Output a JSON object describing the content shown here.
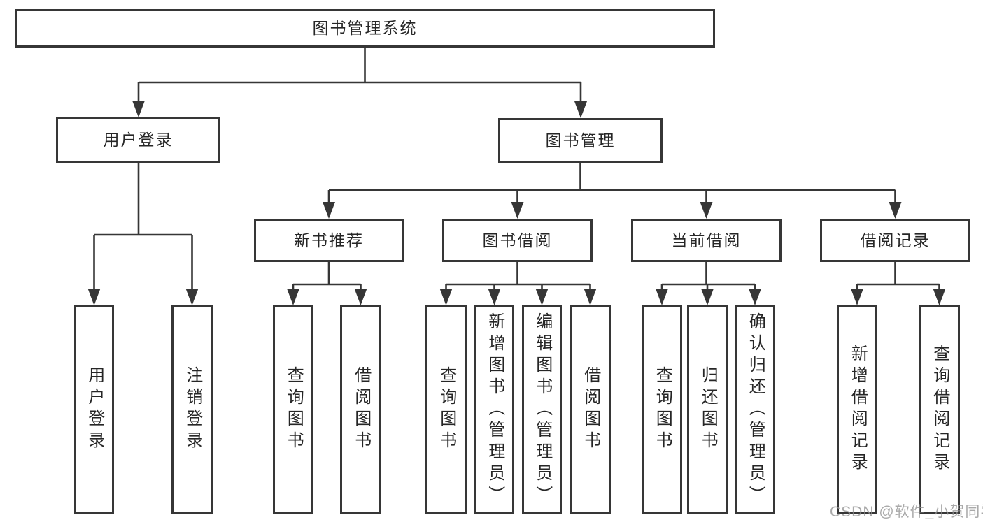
{
  "diagram": {
    "root": {
      "label": "图书管理系统"
    },
    "branches": [
      {
        "label": "用户登录",
        "children": [
          {
            "label": "用户登录"
          },
          {
            "label": "注销登录"
          }
        ]
      },
      {
        "label": "图书管理",
        "children": [
          {
            "label": "新书推荐",
            "children": [
              {
                "label": "查询图书"
              },
              {
                "label": "借阅图书"
              }
            ]
          },
          {
            "label": "图书借阅",
            "children": [
              {
                "label": "查询图书"
              },
              {
                "label": "新增图书（管理员）"
              },
              {
                "label": "编辑图书（管理员）"
              },
              {
                "label": "借阅图书"
              }
            ]
          },
          {
            "label": "当前借阅",
            "children": [
              {
                "label": "查询图书"
              },
              {
                "label": "归还图书"
              },
              {
                "label": "确认归还（管理员）"
              }
            ]
          },
          {
            "label": "借阅记录",
            "children": [
              {
                "label": "新增借阅记录"
              },
              {
                "label": "查询借阅记录"
              }
            ]
          }
        ]
      }
    ]
  },
  "watermark": {
    "text": "CSDN @软件_小贺同学"
  },
  "colors": {
    "line": "#363636",
    "text": "#262626",
    "background": "#ffffff",
    "watermark": "#919191"
  }
}
